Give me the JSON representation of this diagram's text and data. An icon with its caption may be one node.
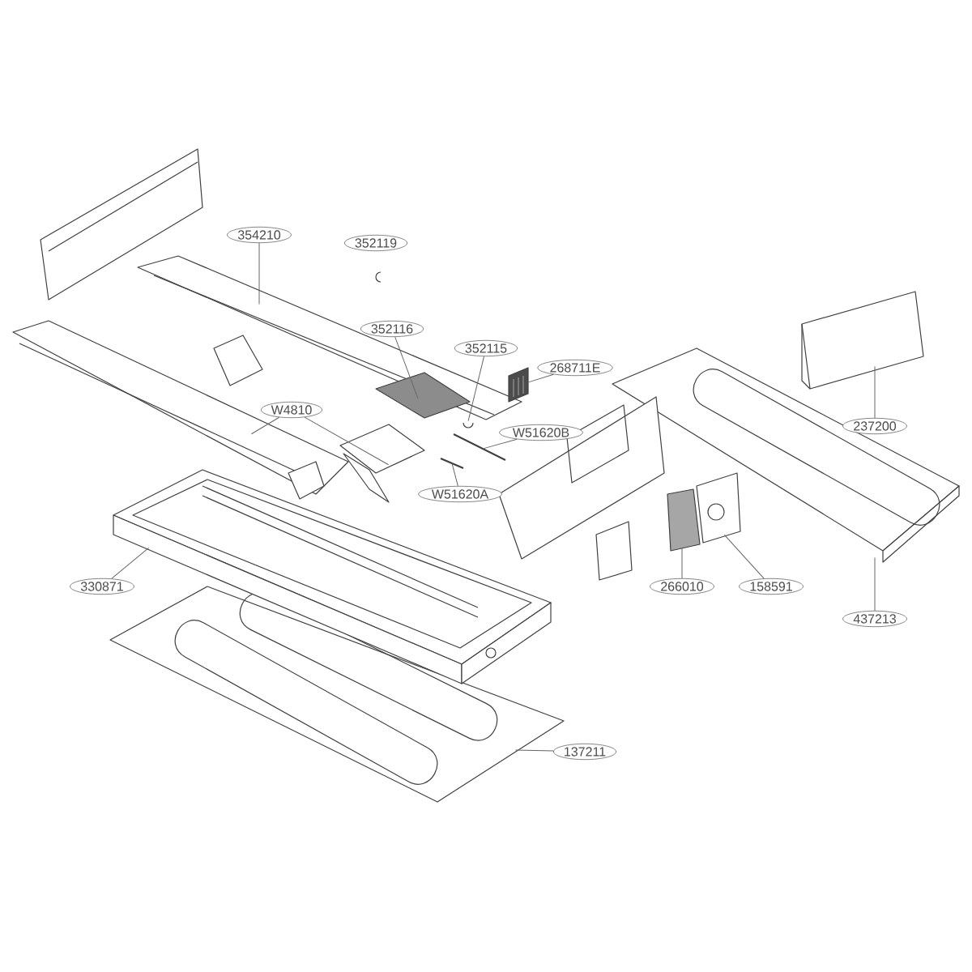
{
  "diagram": {
    "nodes": [
      {
        "text": [
          "354210"
        ]
      },
      {
        "text": [
          "352119"
        ]
      },
      {
        "text": [
          "352116"
        ]
      },
      {
        "text": [
          "352115"
        ]
      },
      {
        "text": [
          "268711E"
        ]
      },
      {
        "text": [
          "W51620B"
        ]
      },
      {
        "text": [
          "W4810"
        ]
      },
      {
        "text": [
          "W51620A"
        ]
      },
      {
        "text": [
          "266010"
        ]
      },
      {
        "text": [
          "158591"
        ]
      },
      {
        "text": [
          "237200"
        ]
      },
      {
        "text": [
          "437213"
        ]
      },
      {
        "text": [
          "330871"
        ]
      },
      {
        "text": [
          "137211"
        ]
      },
      {
        "text": [],
        "shape": "picture"
      },
      {
        "text": [],
        "shape": "picture"
      },
      {
        "text": [],
        "shape": "picture"
      },
      {
        "text": [],
        "shape": "picture"
      },
      {
        "text": [],
        "shape": "picture"
      },
      {
        "text": [],
        "shape": "picture"
      },
      {
        "text": [],
        "shape": "picture"
      },
      {
        "text": [],
        "shape": "picture"
      },
      {
        "text": [],
        "shape": "picture"
      },
      {
        "text": [],
        "shape": "picture"
      },
      {
        "text": [],
        "shape": "picture"
      },
      {
        "text": [],
        "shape": "picture"
      },
      {
        "text": [],
        "shape": "picture"
      },
      {
        "text": [],
        "shape": "picture"
      }
    ],
    "edges": [
      {
        "from": 0,
        "to": 14,
        "arrow": "none"
      },
      {
        "from": 2,
        "to": 15,
        "arrow": "none"
      },
      {
        "from": 3,
        "to": 16,
        "arrow": "none"
      },
      {
        "from": 4,
        "to": 17,
        "arrow": "none"
      },
      {
        "from": 5,
        "to": 18,
        "arrow": "none"
      },
      {
        "from": 6,
        "to": 19,
        "arrow": "none"
      },
      {
        "from": 6,
        "to": 20,
        "arrow": "none"
      },
      {
        "from": 7,
        "to": 21,
        "arrow": "none"
      },
      {
        "from": 8,
        "to": 22,
        "arrow": "none"
      },
      {
        "from": 9,
        "to": 23,
        "arrow": "none"
      },
      {
        "from": 10,
        "to": 24,
        "arrow": "none"
      },
      {
        "from": 11,
        "to": 25,
        "arrow": "none"
      },
      {
        "from": 12,
        "to": 26,
        "arrow": "none"
      },
      {
        "from": 13,
        "to": 27,
        "arrow": "none"
      }
    ]
  }
}
